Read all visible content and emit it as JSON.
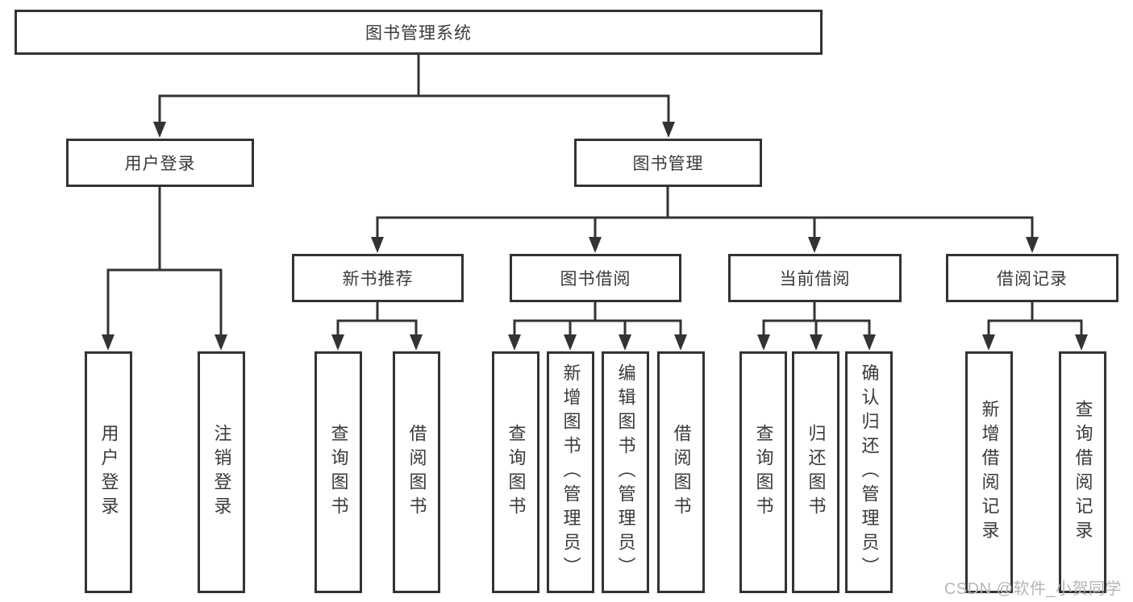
{
  "diagram": {
    "root_label": "图书管理系统",
    "level2": [
      {
        "label": "用户登录"
      },
      {
        "label": "图书管理"
      }
    ],
    "level3": [
      {
        "label": "新书推荐"
      },
      {
        "label": "图书借阅"
      },
      {
        "label": "当前借阅"
      },
      {
        "label": "借阅记录"
      }
    ],
    "leaves": [
      {
        "label": "用户登录"
      },
      {
        "label": "注销登录"
      },
      {
        "label": "查询图书"
      },
      {
        "label": "借阅图书"
      },
      {
        "label": "查询图书"
      },
      {
        "label": "新增图书（管理员）"
      },
      {
        "label": "编辑图书（管理员）"
      },
      {
        "label": "借阅图书"
      },
      {
        "label": "查询图书"
      },
      {
        "label": "归还图书"
      },
      {
        "label": "确认归还（管理员）"
      },
      {
        "label": "新增借阅记录"
      },
      {
        "label": "查询借阅记录"
      }
    ],
    "watermark": "CSDN @软件_小贺同学",
    "colors": {
      "line": "#333333",
      "text": "#3a3a3a",
      "background": "#ffffff",
      "watermark": "#b6b6b6"
    }
  }
}
